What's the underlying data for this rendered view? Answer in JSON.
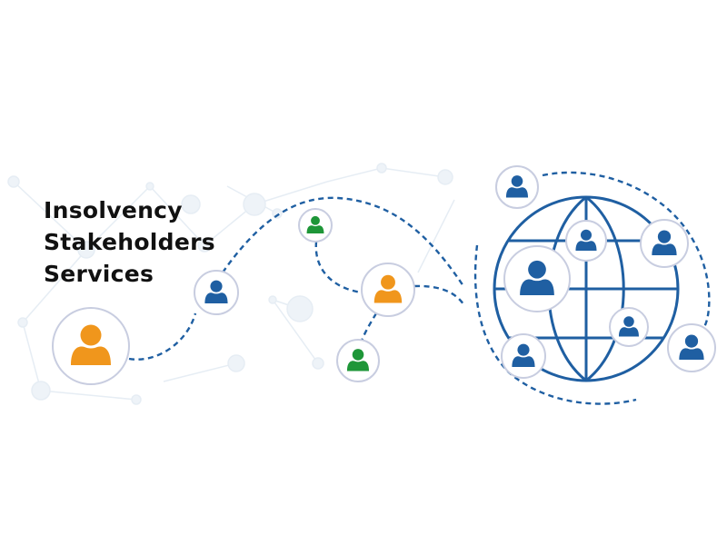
{
  "title_lines": [
    "Insolvency",
    "Stakeholders",
    "Services"
  ],
  "colors": {
    "blue": "#1f5fa2",
    "orange": "#f0961c",
    "green": "#1e9638",
    "ring": "#c8cde0",
    "background_network": "#e6edf4"
  },
  "icons": {
    "person": "person-icon",
    "globe": "globe-icon"
  }
}
